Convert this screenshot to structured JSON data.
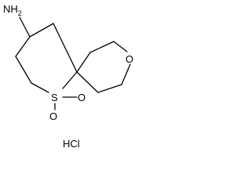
{
  "molecule": {
    "atoms": {
      "amine": "NH",
      "amine_sub": "2",
      "sulfur": "S",
      "oxygen_sulfonyl_right": "O",
      "oxygen_sulfonyl_bottom": "O",
      "oxygen_ring": "O"
    },
    "salt": "HCl"
  }
}
